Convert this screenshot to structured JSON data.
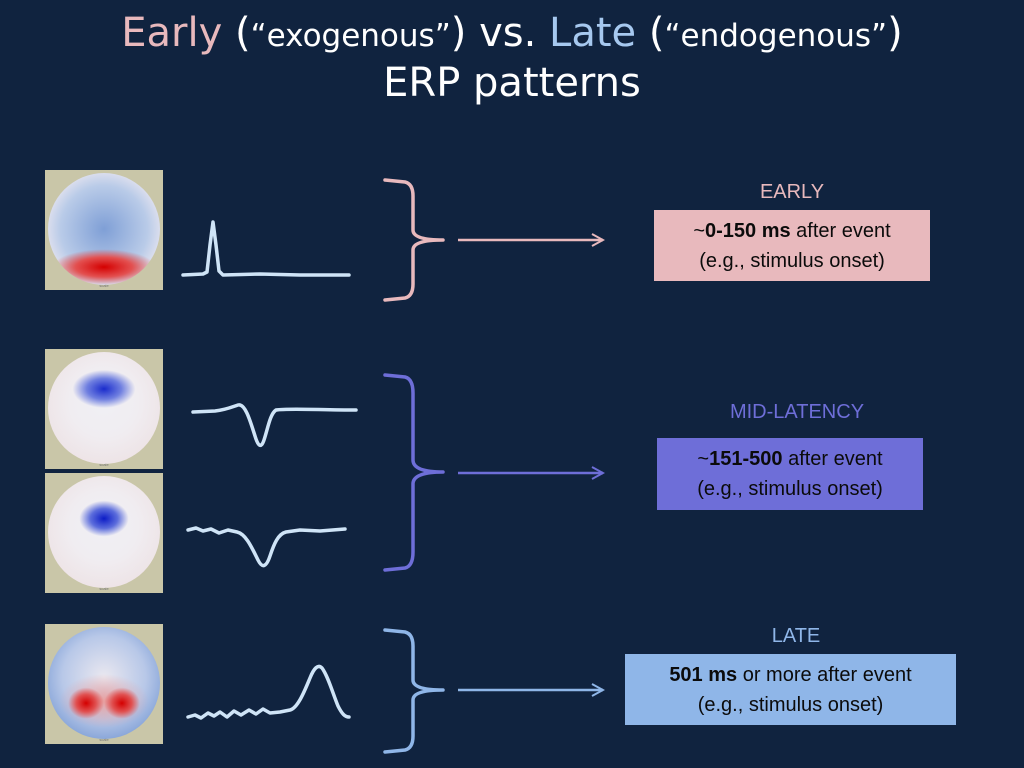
{
  "title": {
    "early_word": "Early",
    "early_qualifier": "“exogenous”",
    "vs": "vs.",
    "late_word": "Late",
    "late_qualifier": "“endogenous”",
    "line2": "ERP patterns"
  },
  "colors": {
    "background": "#10233f",
    "early": "#e8b9bd",
    "mid": "#6e6ed8",
    "late": "#8fb6e8",
    "waveform": "#cfe4f7"
  },
  "scalp_maps": [
    {
      "group": "early",
      "pattern": "frontal-blue-posterior-red-band",
      "caption": "scale"
    },
    {
      "group": "mid",
      "pattern": "red-rim-frontal-blue",
      "caption": "scale"
    },
    {
      "group": "mid",
      "pattern": "red-rim-central-blue",
      "caption": "scale"
    },
    {
      "group": "late",
      "pattern": "blue-top-posterior-red-lobes",
      "caption": "scale"
    }
  ],
  "waveforms": [
    {
      "group": "early",
      "shape": "sharp-positive-peak"
    },
    {
      "group": "mid",
      "shape": "negative-dip"
    },
    {
      "group": "mid",
      "shape": "negative-dip"
    },
    {
      "group": "late",
      "shape": "late-positive-peak"
    }
  ],
  "categories": {
    "early": {
      "label": "EARLY",
      "prefix": "~",
      "range": "0-150 ms",
      "suffix": " after event",
      "example": "(e.g., stimulus onset)"
    },
    "mid": {
      "label": "MID-LATENCY",
      "prefix": "~",
      "range": "151-500",
      "suffix": " after event",
      "example": "(e.g., stimulus onset)"
    },
    "late": {
      "label": "LATE",
      "prefix": "",
      "range": "501 ms",
      "suffix": " or more after event",
      "example": "(e.g., stimulus onset)"
    }
  }
}
